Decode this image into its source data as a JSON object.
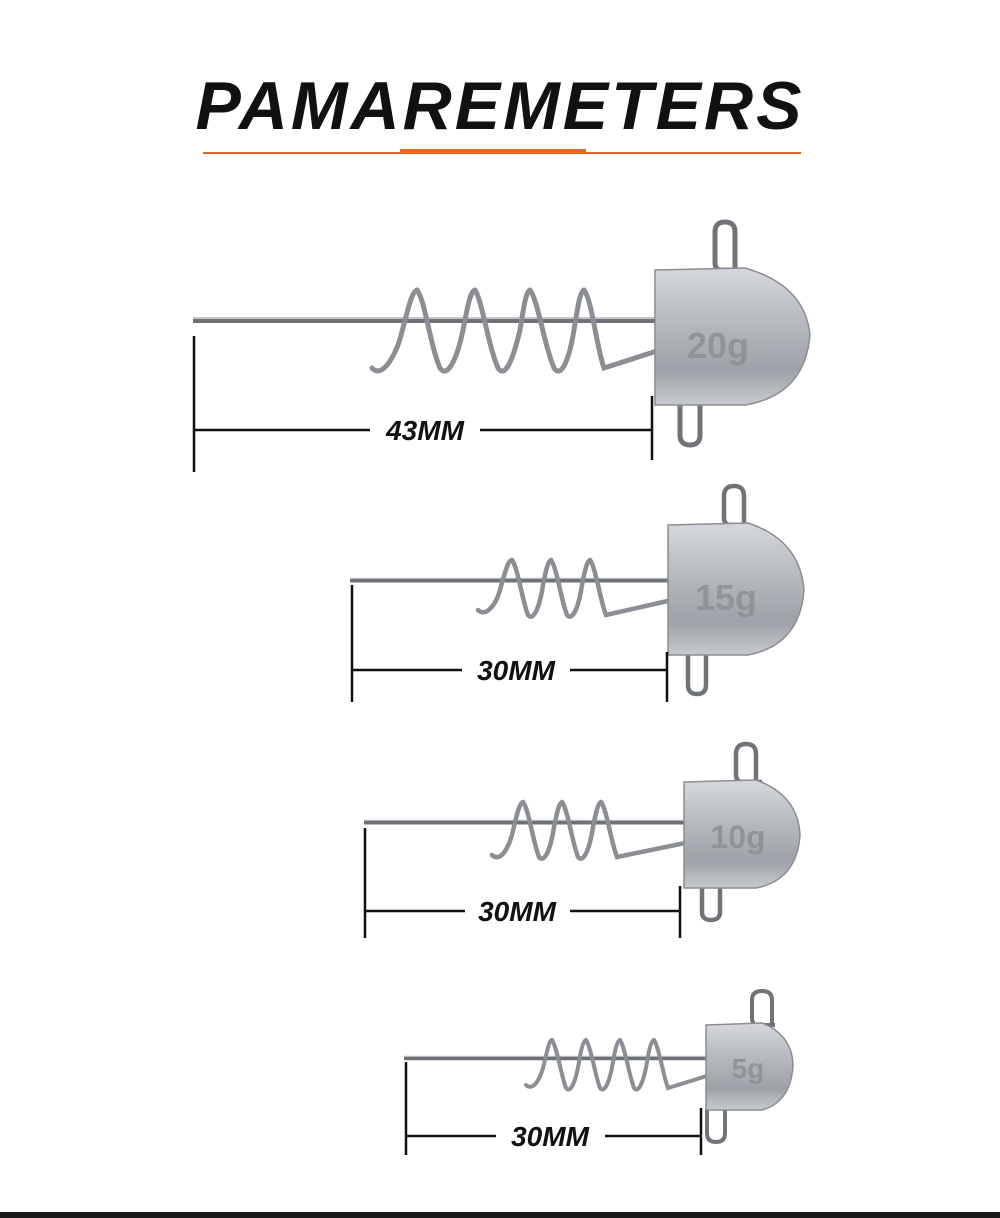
{
  "header": {
    "title": "PAMAREMETERS",
    "accent_color": "#e36a1f"
  },
  "products": [
    {
      "weight_label": "20g",
      "length_label": "43MM"
    },
    {
      "weight_label": "15g",
      "length_label": "30MM"
    },
    {
      "weight_label": "10g",
      "length_label": "30MM"
    },
    {
      "weight_label": "5g",
      "length_label": "30MM"
    }
  ]
}
